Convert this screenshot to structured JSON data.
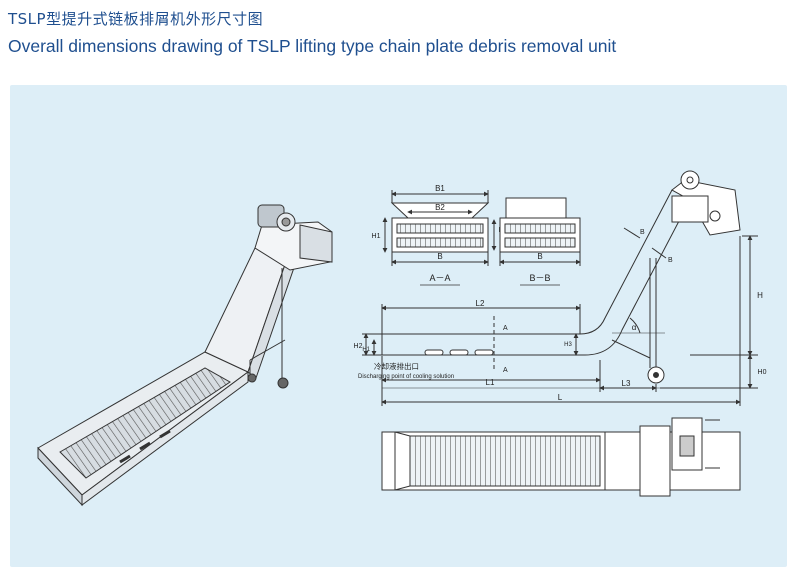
{
  "header": {
    "title_cn": "TSLP型提升式链板排屑机外形尺寸图",
    "title_en": "Overall dimensions drawing of TSLP lifting type chain plate debris removal unit"
  },
  "sections": {
    "aa": {
      "title": "A－A",
      "b1": "B1",
      "b2": "B2",
      "b": "B",
      "h1": "H1",
      "h2": "H2"
    },
    "bb": {
      "title": "B－B",
      "b": "B"
    }
  },
  "side_view": {
    "l2": "L2",
    "l1": "L1",
    "l3": "L3",
    "l": "L",
    "h": "H",
    "h0": "H0",
    "h2": "H2",
    "h1": "H1",
    "h3": "H3",
    "alpha": "α",
    "section_a": "A",
    "section_b": "B",
    "outlet_cn": "冷却液排出口",
    "outlet_en": "Discharging point of cooling solution"
  },
  "colors": {
    "panel": "#ddeef7",
    "title": "#1f4f8f",
    "line": "#333333"
  }
}
